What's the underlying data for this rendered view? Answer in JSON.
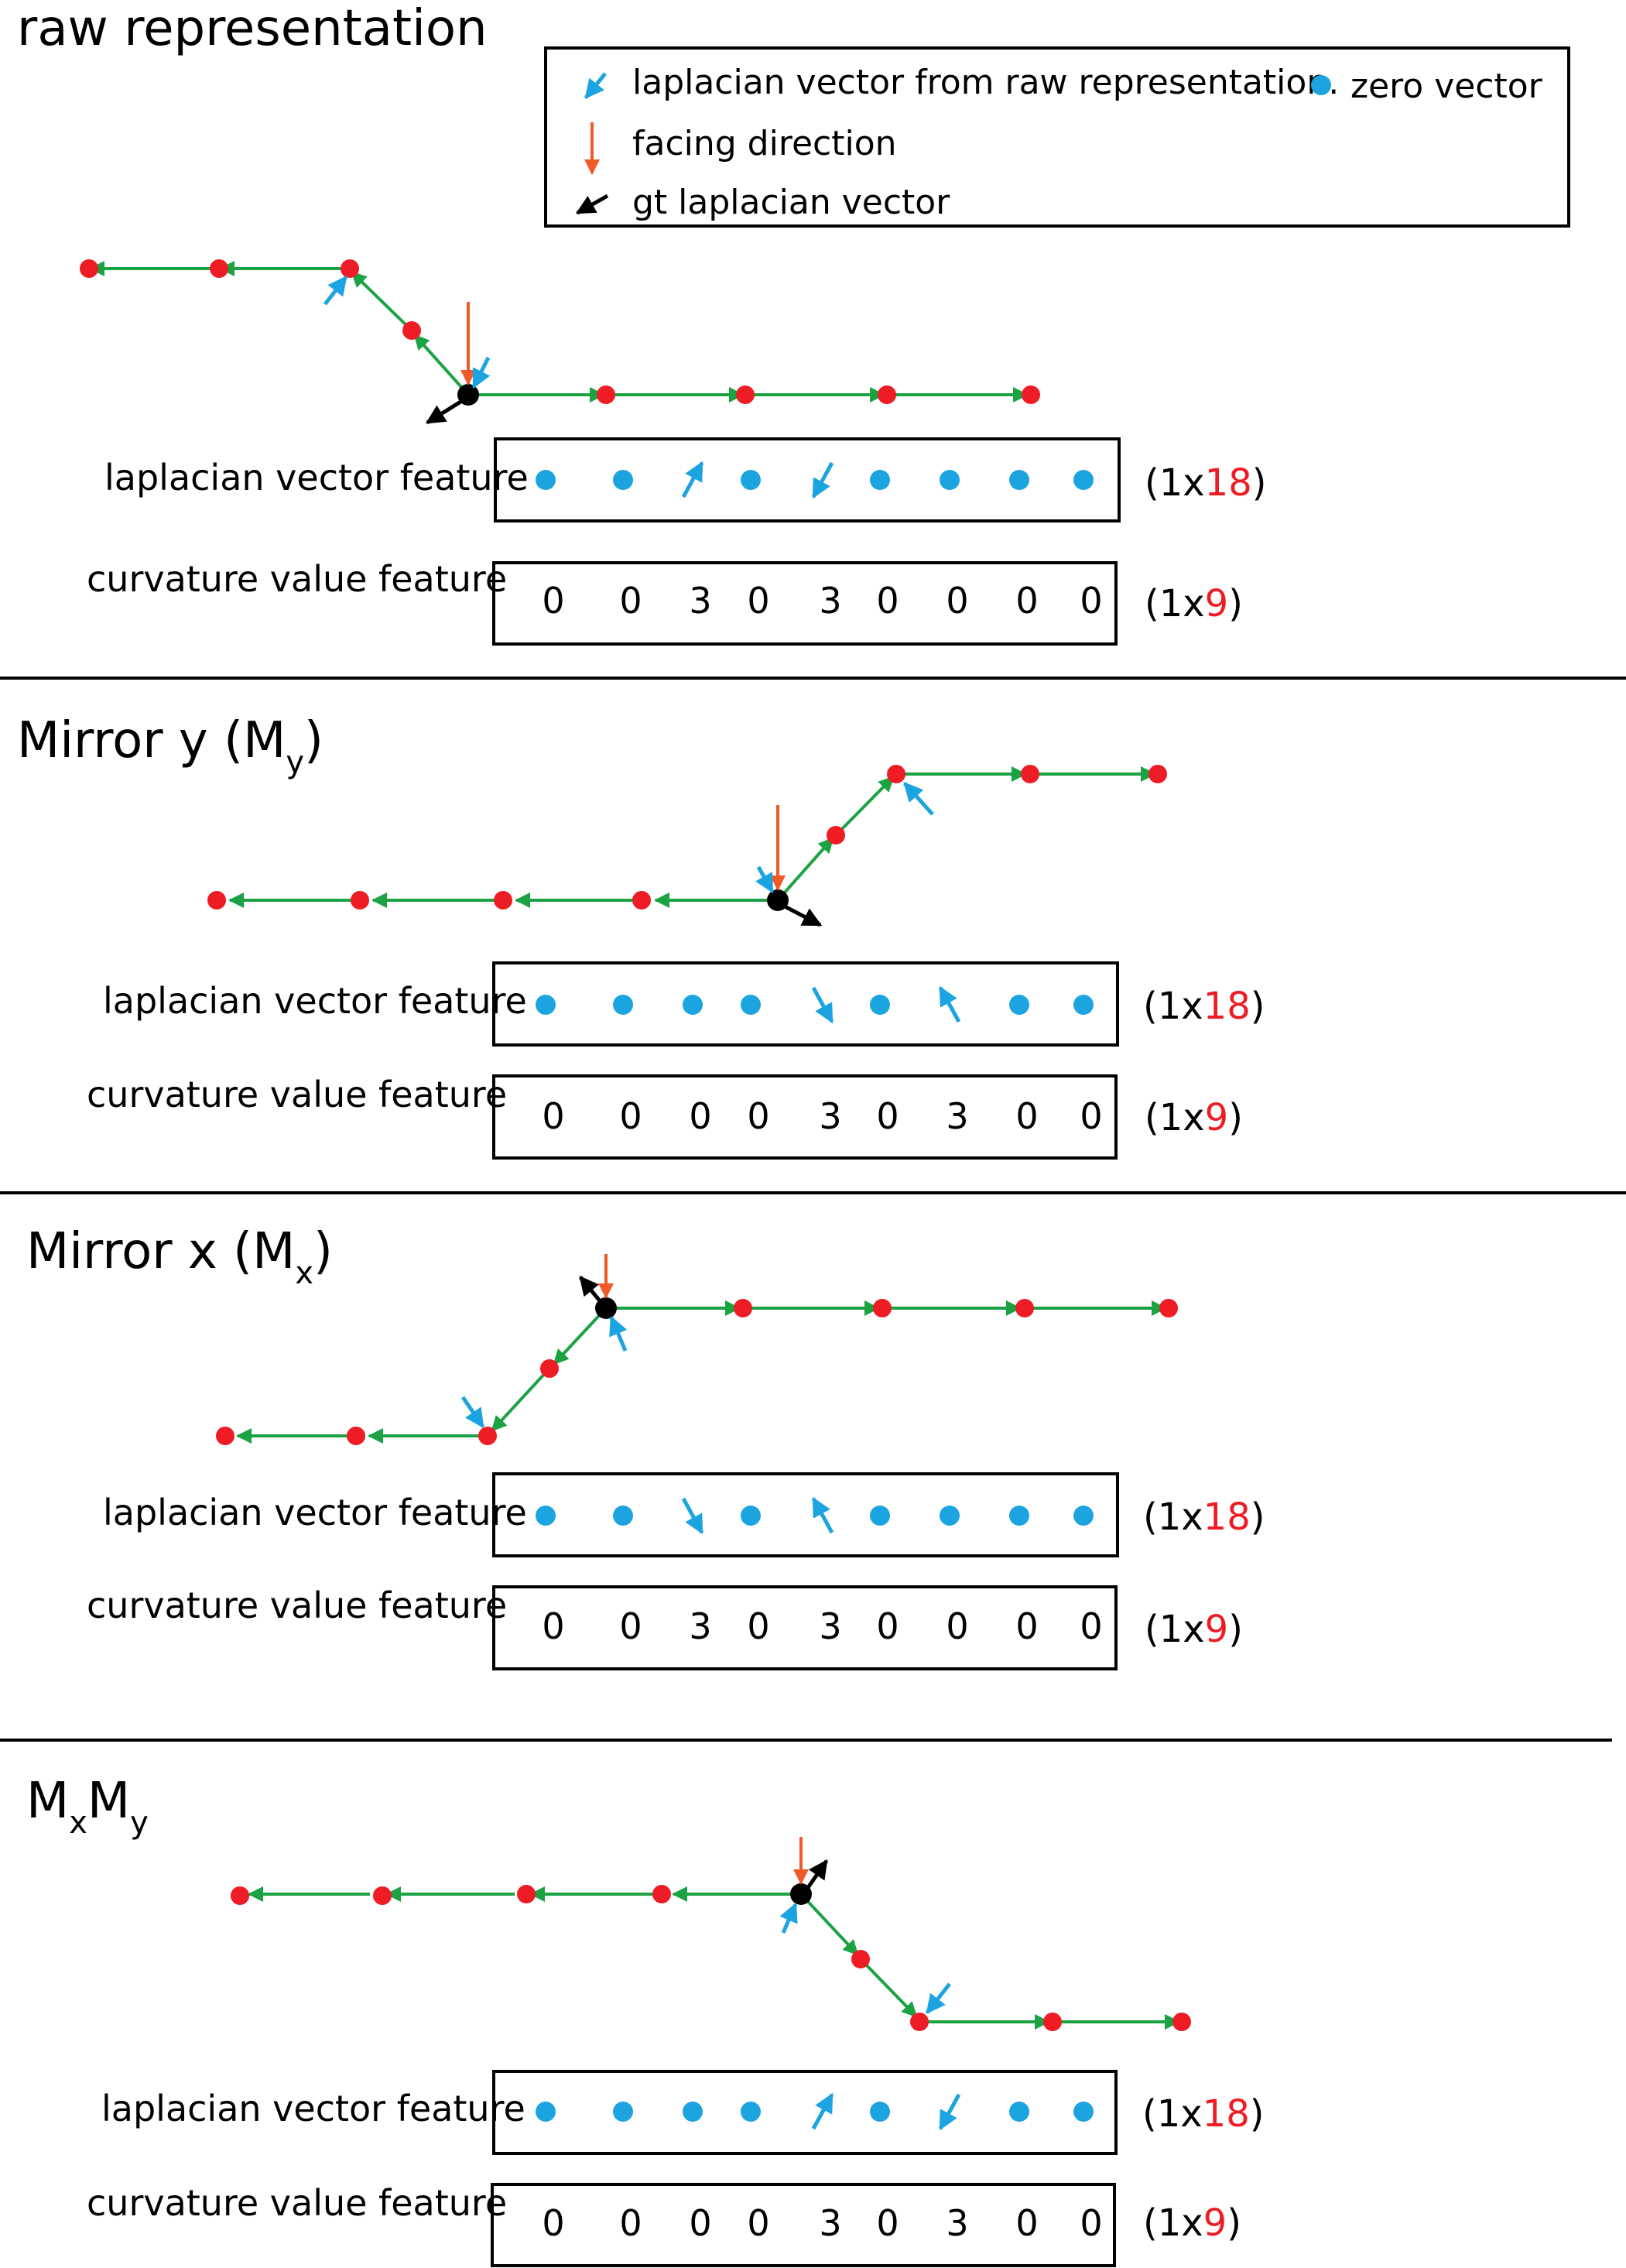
{
  "colors": {
    "edge": "#1aa243",
    "node": "#ee1c24",
    "facing": "#f05a28",
    "laplacian_raw": "#1ca4e0",
    "gt_laplacian": "#000000",
    "zero_vector": "#1ca4e0",
    "dim_number": "#ee1c24"
  },
  "legend": {
    "laplacian_raw": "laplacian vector from raw representation.",
    "zero_vector": "zero vector",
    "facing": "facing direction",
    "gt_laplacian": "gt laplacian vector"
  },
  "labels": {
    "laplacian_feature": "laplacian vector feature",
    "curvature_feature": "curvature value feature",
    "dim_prefix": "(1x",
    "dim_suffix": ")",
    "laplacian_dim": "18",
    "curvature_dim": "9"
  },
  "sections": [
    {
      "title": "raw representation",
      "subscripts": [],
      "laplacian_features": [
        "zero",
        "zero",
        "up-right",
        "zero",
        "down-left",
        "zero",
        "zero",
        "zero",
        "zero"
      ],
      "curvature_values": [
        "0",
        "0",
        "3",
        "0",
        "3",
        "0",
        "0",
        "0",
        "0"
      ]
    },
    {
      "title": "Mirror y (M",
      "title_suffix": ")",
      "subscripts": [
        "y"
      ],
      "laplacian_features": [
        "zero",
        "zero",
        "zero",
        "zero",
        "down-right",
        "zero",
        "up-left",
        "zero",
        "zero"
      ],
      "curvature_values": [
        "0",
        "0",
        "0",
        "0",
        "3",
        "0",
        "3",
        "0",
        "0"
      ]
    },
    {
      "title": "Mirror x (M",
      "title_suffix": ")",
      "subscripts": [
        "x"
      ],
      "laplacian_features": [
        "zero",
        "zero",
        "down-right",
        "zero",
        "up-left",
        "zero",
        "zero",
        "zero",
        "zero"
      ],
      "curvature_values": [
        "0",
        "0",
        "3",
        "0",
        "3",
        "0",
        "0",
        "0",
        "0"
      ]
    },
    {
      "title": "M",
      "title_mid": "M",
      "subscripts": [
        "x",
        "y"
      ],
      "laplacian_features": [
        "zero",
        "zero",
        "zero",
        "zero",
        "up-right",
        "zero",
        "down-left",
        "zero",
        "zero"
      ],
      "curvature_values": [
        "0",
        "0",
        "0",
        "0",
        "3",
        "0",
        "3",
        "0",
        "0"
      ]
    }
  ]
}
